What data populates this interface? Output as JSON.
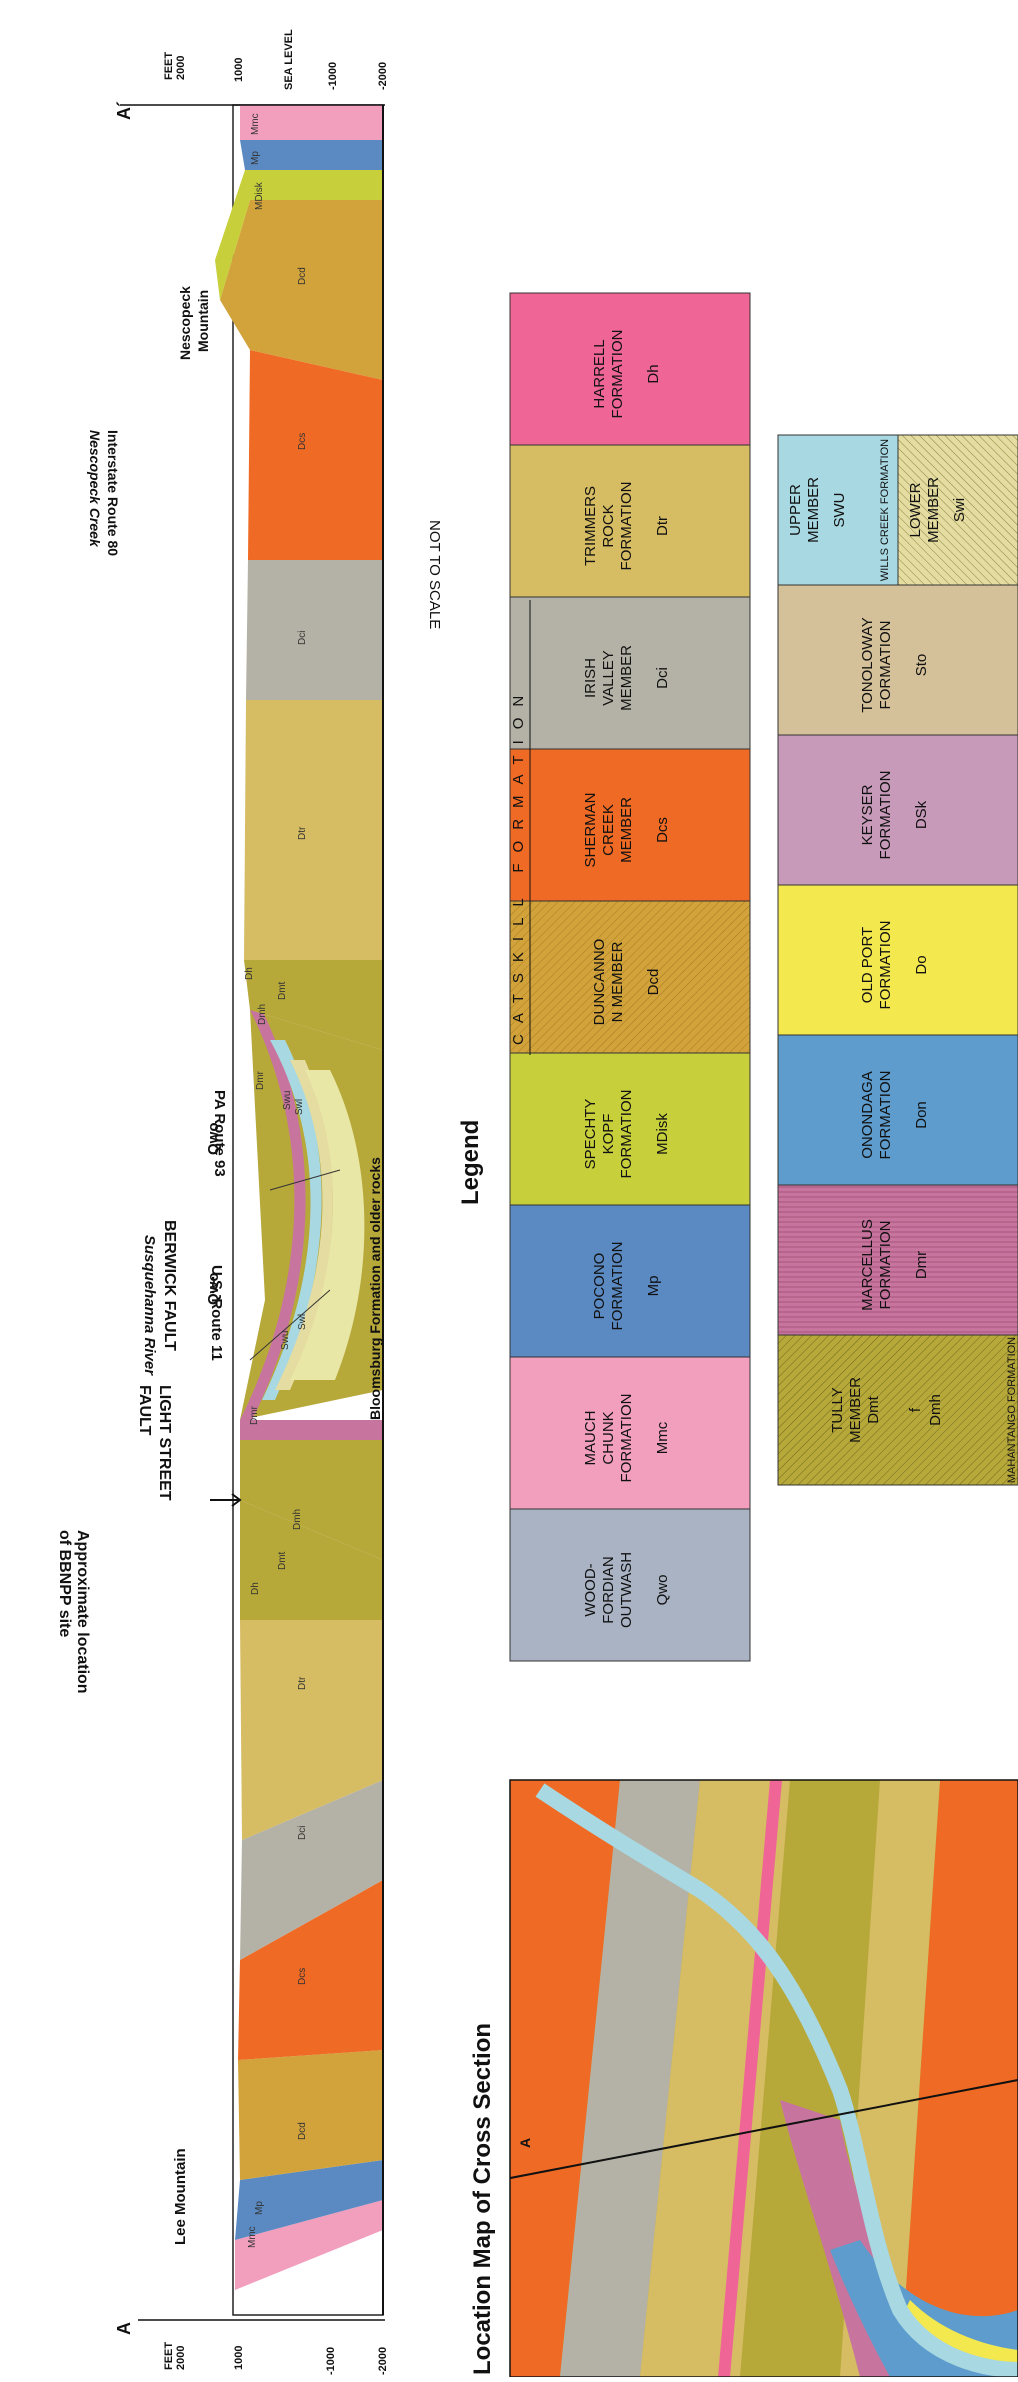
{
  "cross_section": {
    "endpoint_left": "A",
    "endpoint_right": "A´",
    "scale_left": {
      "unit": "FEET",
      "ticks": [
        "2000",
        "1000",
        "-1000",
        "-2000"
      ]
    },
    "scale_right": {
      "unit": "FEET",
      "ticks": [
        "2000",
        "1000",
        "SEA LEVEL",
        "-1000",
        "-2000"
      ]
    },
    "not_to_scale": "NOT TO SCALE",
    "features": {
      "lee_mountain": "Lee Mountain",
      "bbnpp_line1": "Approximate location",
      "bbnpp_line2": "of BBNPP site",
      "light_street_line1": "LIGHT STREET",
      "light_street_line2": "FAULT",
      "qwo_1": "Qwo",
      "us_route_11": "U.S. Route 11",
      "berwick_fault": "BERWICK FAULT",
      "susquehanna_river": "Susquehanna River",
      "qwo_2": "Qwo",
      "pa_route_93": "PA Route 93",
      "nescopeck_creek": "Nescopeck Creek",
      "interstate_80": "Interstate Route 80",
      "nescopeck_mountain_line1": "Nescopeck",
      "nescopeck_mountain_line2": "Mountain",
      "bloomsburg": "Bloomsburg Formation and older rocks"
    },
    "unit_labels": {
      "mmc_l": "Mmc",
      "mp_l": "Mp",
      "dcd_l": "Dcd",
      "dcs_l": "Dcs",
      "dci_l": "Dci",
      "dtr_l": "Dtr",
      "dh_l": "Dh",
      "dmt_l": "Dmt",
      "dmh_l": "Dmh",
      "dmr_l": "Dmr",
      "swu_l": "Swu",
      "swl_l": "Swl",
      "dmr_r": "Dmr",
      "swu_r": "Swu",
      "swl_r": "Swl",
      "dmh_r": "Dmh",
      "dmt_r": "Dmt",
      "dh_r": "Dh",
      "dtr_r": "Dtr",
      "dci_r": "Dci",
      "dcs_r": "Dcs",
      "dcd_r": "Dcd",
      "mdisk_r": "MDisk",
      "mp_r": "Mp",
      "mmc_r": "Mmc"
    }
  },
  "legend": {
    "title": "Legend",
    "catskill_label": "CATSKILL FORMATION",
    "wills_creek_label": "WILLS CREEK FORMATION",
    "manhantango_label": "MAHANTANGO FORMATION",
    "row1": [
      {
        "lines": [
          "WOOD-",
          "FORDIAN",
          "OUTWASH"
        ],
        "code": "Qwo",
        "color": "#a9b3c4"
      },
      {
        "lines": [
          "MAUCH",
          "CHUNK",
          "FORMATION"
        ],
        "code": "Mmc",
        "color": "#f29fbd"
      },
      {
        "lines": [
          "POCONO",
          "FORMATION"
        ],
        "code": "Mp",
        "color": "#5b8ac2"
      },
      {
        "lines": [
          "SPECHTY",
          "KOPF",
          "FORMATION"
        ],
        "code": "MDisk",
        "color": "#c7cf3b"
      },
      {
        "lines": [
          "DUNCANNO",
          "N MEMBER"
        ],
        "code": "Dcd",
        "color": "#d2a33b"
      },
      {
        "lines": [
          "SHERMAN",
          "CREEK",
          "MEMBER"
        ],
        "code": "Dcs",
        "color": "#ef6a24"
      },
      {
        "lines": [
          "IRISH",
          "VALLEY",
          "MEMBER"
        ],
        "code": "Dci",
        "color": "#b4b2a6"
      },
      {
        "lines": [
          "TRIMMERS",
          "ROCK",
          "FORMATION"
        ],
        "code": "Dtr",
        "color": "#d6bc62"
      },
      {
        "lines": [
          "HARRELL",
          "FORMATION"
        ],
        "code": "Dh",
        "color": "#ef6696"
      }
    ],
    "tully": {
      "lines": [
        "TULLY",
        "MEMBER",
        "Dmt"
      ],
      "code": "Dmh",
      "color": "#b7a83a",
      "sub_letter": "f"
    },
    "row2": [
      {
        "lines": [
          "MARCELLUS",
          "FORMATION"
        ],
        "code": "Dmr",
        "color": "#c7759e"
      },
      {
        "lines": [
          "ONONDAGA",
          "FORMATION"
        ],
        "code": "Don",
        "color": "#5d9ccc"
      },
      {
        "lines": [
          "OLD PORT",
          "FORMATION"
        ],
        "code": "Do",
        "color": "#f4e84f"
      },
      {
        "lines": [
          "KEYSER",
          "FORMATION"
        ],
        "code": "DSk",
        "color": "#c79ab9"
      },
      {
        "lines": [
          "TONOLOWAY",
          "FORMATION"
        ],
        "code": "Sto",
        "color": "#d4c199"
      }
    ],
    "wills_upper": {
      "lines": [
        "UPPER",
        "MEMBER"
      ],
      "code": "SWU",
      "color": "#a8d8e2"
    },
    "wills_lower": {
      "lines": [
        "LOWER",
        "MEMBER"
      ],
      "code": "Swi",
      "color": "#e4dca0"
    }
  },
  "location_map": {
    "title": "Location Map of Cross Section",
    "endpoint": "A"
  }
}
